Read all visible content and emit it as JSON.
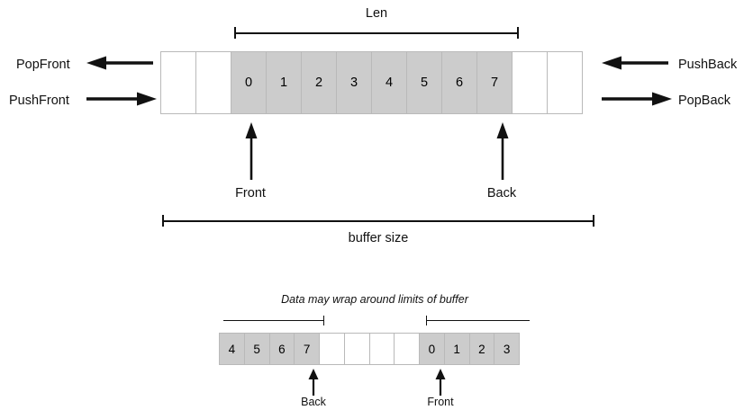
{
  "diagram": {
    "title_hidden": "",
    "colors": {
      "filled_cell": "#cccccc",
      "empty_cell": "#ffffff",
      "cell_border": "#b9b9b9",
      "line": "#111111",
      "background": "#ffffff"
    },
    "top_section": {
      "len_bracket": {
        "label": "Len"
      },
      "buffer_bracket": {
        "label": "buffer size"
      },
      "cells": [
        {
          "value": "",
          "filled": false
        },
        {
          "value": "",
          "filled": false
        },
        {
          "value": "0",
          "filled": true
        },
        {
          "value": "1",
          "filled": true
        },
        {
          "value": "2",
          "filled": true
        },
        {
          "value": "3",
          "filled": true
        },
        {
          "value": "4",
          "filled": true
        },
        {
          "value": "5",
          "filled": true
        },
        {
          "value": "6",
          "filled": true
        },
        {
          "value": "7",
          "filled": true
        },
        {
          "value": "",
          "filled": false
        },
        {
          "value": "",
          "filled": false
        }
      ],
      "left_ops": [
        {
          "label": "PopFront",
          "direction": "left"
        },
        {
          "label": "PushFront",
          "direction": "right"
        }
      ],
      "right_ops": [
        {
          "label": "PushBack",
          "direction": "left"
        },
        {
          "label": "PopBack",
          "direction": "right"
        }
      ],
      "pointers": [
        {
          "label": "Front"
        },
        {
          "label": "Back"
        }
      ]
    },
    "bottom_section": {
      "caption": "Data may wrap around limits of buffer",
      "cells": [
        {
          "value": "4",
          "filled": true
        },
        {
          "value": "5",
          "filled": true
        },
        {
          "value": "6",
          "filled": true
        },
        {
          "value": "7",
          "filled": true
        },
        {
          "value": "",
          "filled": false
        },
        {
          "value": "",
          "filled": false
        },
        {
          "value": "",
          "filled": false
        },
        {
          "value": "",
          "filled": false
        },
        {
          "value": "0",
          "filled": true
        },
        {
          "value": "1",
          "filled": true
        },
        {
          "value": "2",
          "filled": true
        },
        {
          "value": "3",
          "filled": true
        }
      ],
      "pointers": [
        {
          "label": "Back"
        },
        {
          "label": "Front"
        }
      ]
    }
  }
}
